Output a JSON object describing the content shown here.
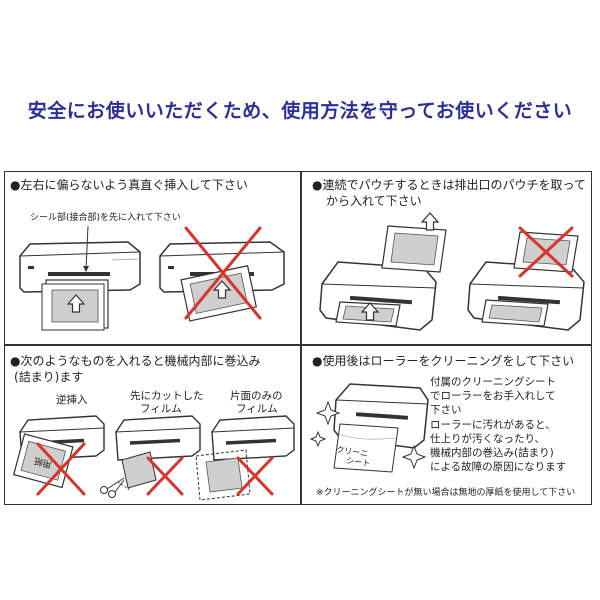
{
  "headline": "安全にお使いいただくため、使用方法を守ってお使いください",
  "panels": {
    "top_left": {
      "title": "●左右に偏らないよう真直ぐ挿入して下さい",
      "callout": "シール部(接合部)を先に入れて下さい"
    },
    "top_right": {
      "title_line1": "●連続でパウチするときは排出口のパウチを取って",
      "title_line2": "から入れて下さい"
    },
    "bottom_left": {
      "title_line1": "●次のようなものを入れると機械内部に巻込み",
      "title_line2": "(詰まり)ます",
      "labels": {
        "reverse": "逆挿入",
        "cut_film_line1": "先にカットした",
        "cut_film_line2": "フィルム",
        "single_film_line1": "片面のみの",
        "single_film_line2": "フィルム"
      },
      "reversed_card_text": "用紙"
    },
    "bottom_right": {
      "title": "●使用後はローラーをクリーニングをして下さい",
      "sheet_label_line1": "クリーニ",
      "sheet_label_line2": "シート",
      "body": [
        "付属のクリーニングシート",
        "でローラーをお手入れして",
        "下さい",
        "ローラーに汚れがあると、",
        "仕上りが汚くなったり、",
        "機械内部の巻込み(詰まり)",
        "による故障の原因になります"
      ],
      "note": "※クリーニングシートが無い場合は無地の厚紙を使用して下さい"
    }
  },
  "colors": {
    "headline": "#2a2f9a",
    "cross": "#d9342b",
    "line": "#333333",
    "film": "#cfcfcf"
  },
  "icons": [
    "arrow-up-icon",
    "cross-mark-icon",
    "scissors-icon",
    "sparkle-icon"
  ]
}
